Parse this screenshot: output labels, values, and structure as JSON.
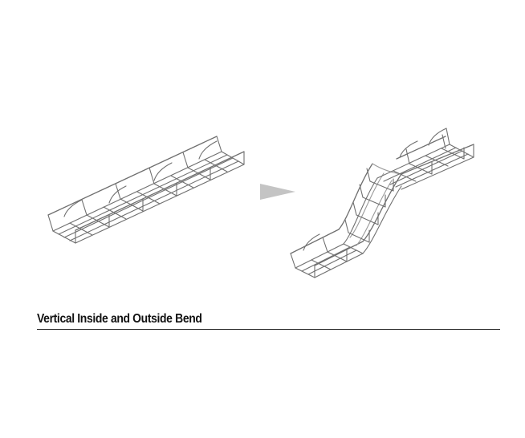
{
  "caption": {
    "title": "Vertical Inside and Outside Bend"
  },
  "figure": {
    "colors": {
      "wire": "#6f6f6f",
      "wire_light": "#9a9a9a",
      "arrow": "#c4c4c4"
    },
    "items": [
      {
        "name": "straight-wire-tray"
      },
      {
        "name": "direction-arrow-icon"
      },
      {
        "name": "vertical-bend-wire-tray"
      }
    ]
  }
}
